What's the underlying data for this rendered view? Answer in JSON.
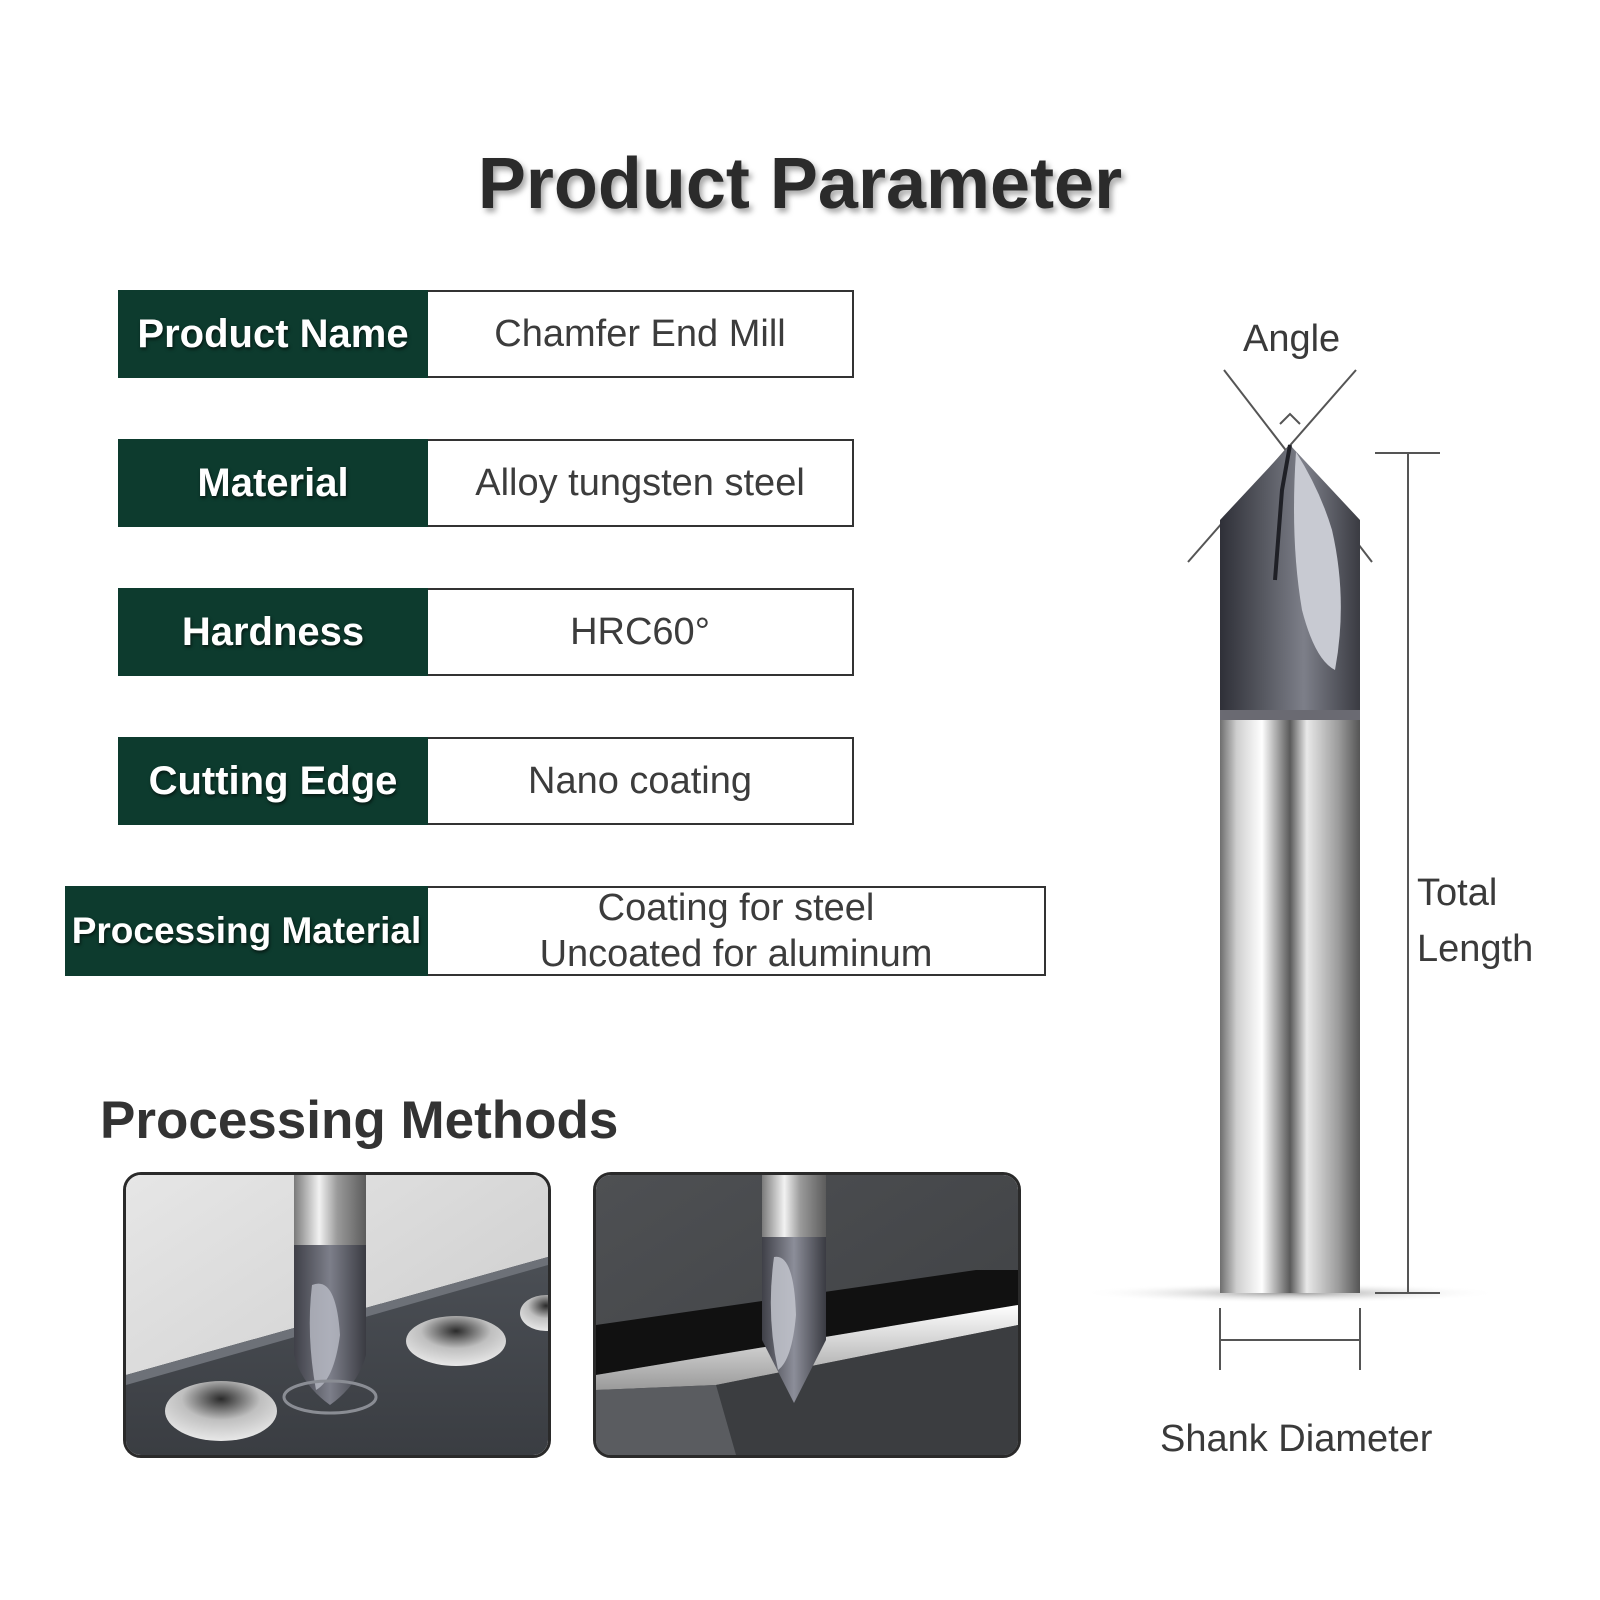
{
  "title": "Product Parameter",
  "parameters": [
    {
      "label": "Product Name",
      "value": [
        "Chamfer End Mill"
      ]
    },
    {
      "label": "Material",
      "value": [
        "Alloy tungsten steel"
      ]
    },
    {
      "label": "Hardness",
      "value": [
        "HRC60°"
      ]
    },
    {
      "label": "Cutting Edge",
      "value": [
        "Nano coating"
      ]
    },
    {
      "label": "Processing Material",
      "value": [
        "Coating for steel",
        "Uncoated for aluminum"
      ]
    }
  ],
  "methods": {
    "title": "Processing Methods"
  },
  "diagram": {
    "angle_label": "Angle",
    "total_length_label": [
      "Total",
      "Length"
    ],
    "shank_diameter_label": "Shank Diameter"
  }
}
